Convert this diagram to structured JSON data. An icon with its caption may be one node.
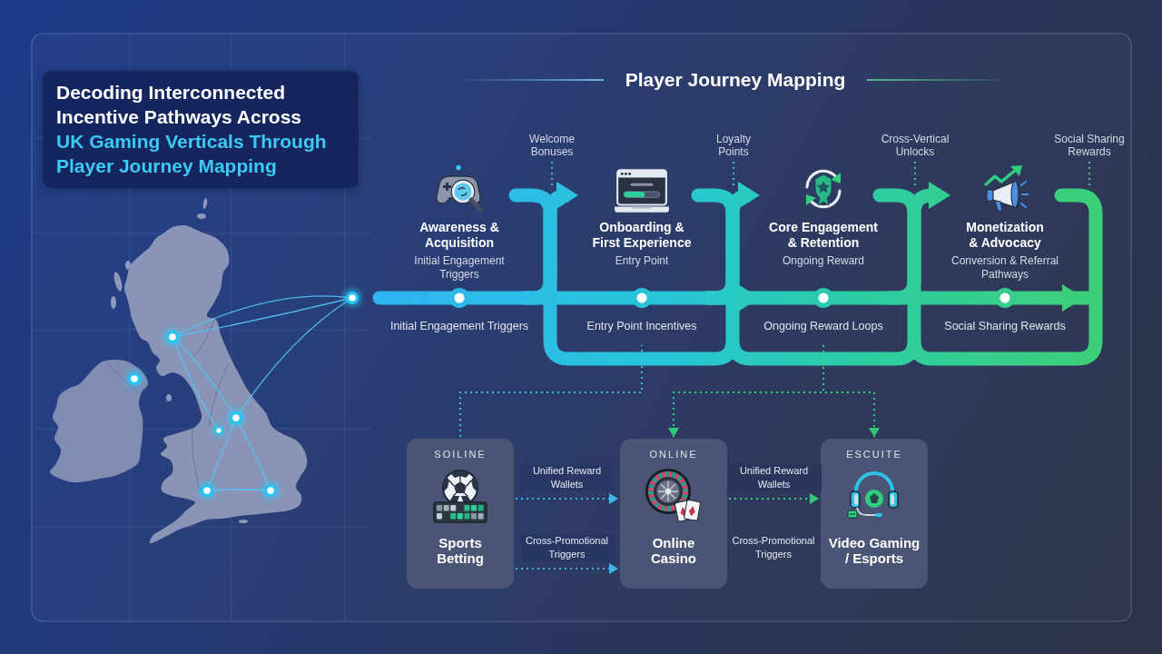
{
  "diagram": {
    "title": "Player Journey Mapping",
    "nodes": [
      {
        "text": [
          "Decoding Interconnected Incentive Pathways Across",
          "UK Gaming Verticals Through Player Journey Mapping"
        ]
      },
      {
        "text": [
          "Welcome Bonuses"
        ]
      },
      {
        "text": [
          "Loyalty Points"
        ]
      },
      {
        "text": [
          "Cross-Vertical Unlocks"
        ]
      },
      {
        "text": [
          "Social Sharing Rewards"
        ]
      },
      {
        "text": [
          "Awareness & Acquisition",
          "Initial Engagement Triggers"
        ],
        "beside": [
          "Initial Engagement Triggers"
        ]
      },
      {
        "text": [
          "Onboarding & First Experience",
          "Entry Point"
        ],
        "beside": [
          "Entry Point Incentives"
        ]
      },
      {
        "text": [
          "Core Engagement & Retention",
          "Ongoing Reward"
        ],
        "beside": [
          "Ongoing Reward Loops"
        ]
      },
      {
        "text": [
          "Monetization & Advocacy",
          "Conversion & Referral Pathways"
        ],
        "beside": [
          "Social Sharing Rewards"
        ]
      },
      {
        "text": [
          "SOILINE",
          "Sports Betting"
        ]
      },
      {
        "text": [
          "ONLINE",
          "Online Casino"
        ]
      },
      {
        "text": [
          "ESCUITE",
          "Video Gaming / Esports"
        ]
      }
    ],
    "edges": [
      {
        "from": 5,
        "to": 6,
        "arrow": "to",
        "style": "thick"
      },
      {
        "from": 6,
        "to": 7,
        "arrow": "to",
        "style": "thick"
      },
      {
        "from": 7,
        "to": 8,
        "arrow": "to",
        "style": "thick"
      },
      {
        "from": 6,
        "to": 7,
        "arrow": "to",
        "style": "thick"
      },
      {
        "from": 1,
        "to": null,
        "arrow": "none",
        "style": "dashed",
        "color": "#4fb0d6"
      },
      {
        "from": 2,
        "to": null,
        "arrow": "none",
        "style": "dashed",
        "color": "#4bb5c4"
      },
      {
        "from": 3,
        "to": null,
        "arrow": "none",
        "style": "dashed",
        "color": "#4fb99b"
      },
      {
        "from": 4,
        "to": null,
        "arrow": "none",
        "style": "dashed",
        "color": "#55b98f"
      },
      {
        "from": 9,
        "to": 6,
        "arrow": "none",
        "style": "dashed",
        "color": "#3ab7e6"
      },
      {
        "from": 7,
        "to": 10,
        "arrow": "to",
        "style": "dashed",
        "color": "#2fcb78"
      },
      {
        "from": 7,
        "to": 11,
        "arrow": "to",
        "style": "dashed",
        "color": "#2fcb78"
      },
      {
        "from": 9,
        "to": 10,
        "arrow": "to",
        "style": "dashed",
        "color": "#3ab7e6",
        "label": "Unified Reward Wallets"
      },
      {
        "from": 9,
        "to": 10,
        "arrow": "to",
        "style": "dashed",
        "color": "#3ab7e6",
        "label": "Cross-Promotional Triggers"
      },
      {
        "from": 10,
        "to": 11,
        "arrow": "to",
        "style": "dashed",
        "color": "#2fcb78",
        "label": "Unified Reward Wallets"
      }
    ],
    "labels": [
      "Cross-Promotional Triggers"
    ]
  }
}
